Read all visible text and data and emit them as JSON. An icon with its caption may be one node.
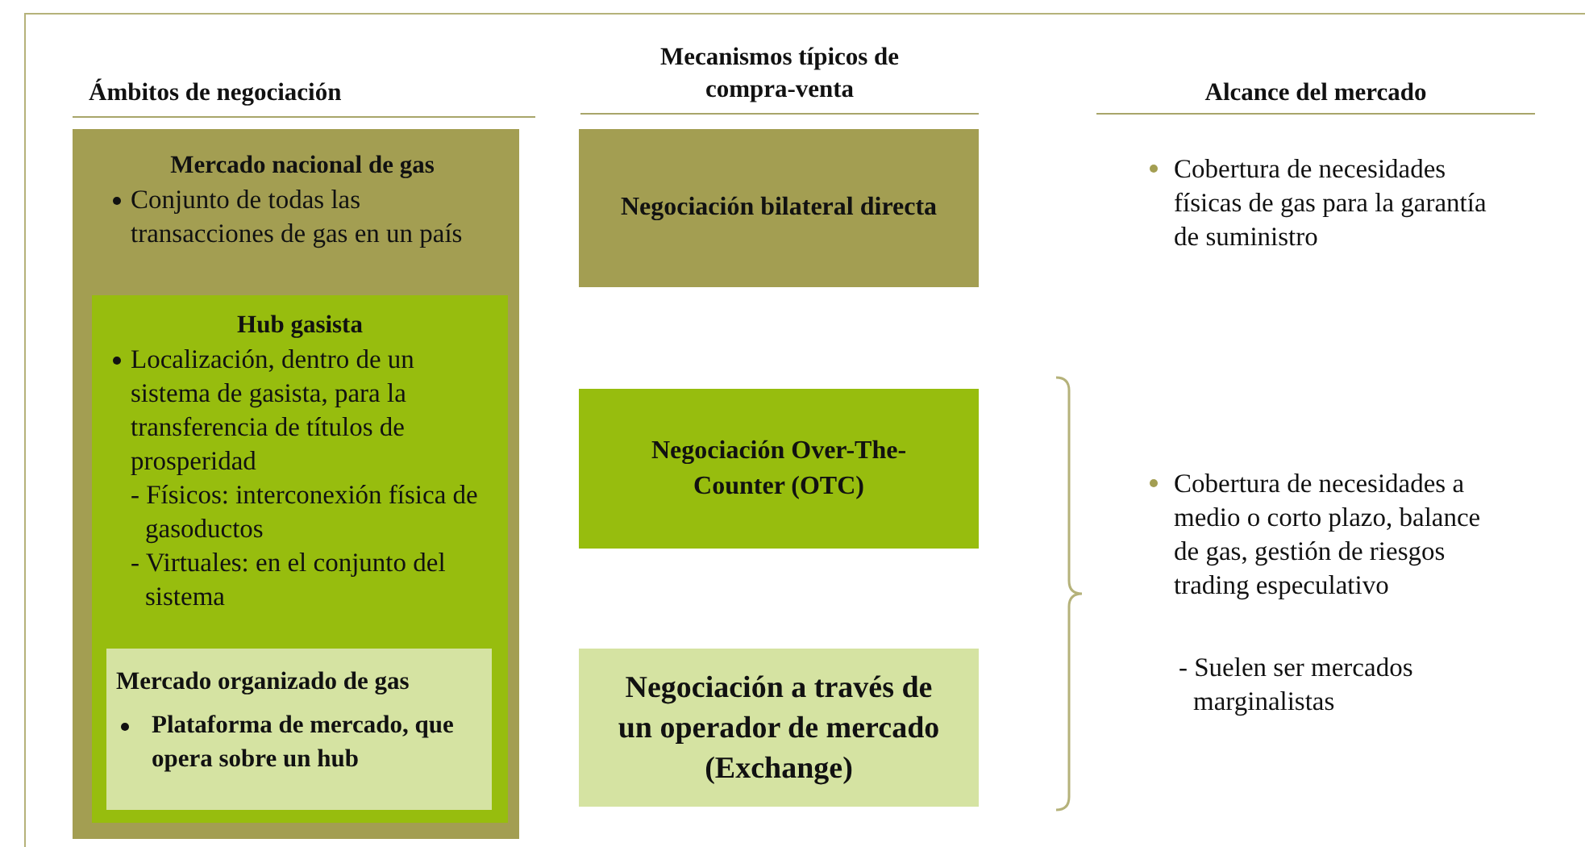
{
  "diagram": {
    "nodes": [
      {
        "text": [
          "Mercado nacional de gas",
          "Conjunto de todas las transacciones de gas en un país"
        ]
      },
      {
        "text": [
          "Hub gasista",
          "Localización, dentro de un sistema de gasista, para la transferencia de títulos de prosperidad",
          "- Físicos: interconexión física de gasoductos",
          "- Virtuales: en el conjunto del sistema"
        ],
        "in": 0
      },
      {
        "text": [
          "Mercado organizado de gas",
          "Plataforma de mercado, que opera sobre un hub"
        ],
        "in": 1
      },
      {
        "text": [
          "Negociación bilateral directa"
        ]
      },
      {
        "text": [
          "Negociación Over-The-Counter (OTC)"
        ]
      },
      {
        "text": [
          "Negociación a través de un operador de mercado (Exchange)"
        ]
      }
    ],
    "labels": [
      "Ámbitos de negociación",
      "Mecanismos típicos de compra-venta",
      "Alcance del mercado",
      "Cobertura de necesidades físicas de gas para la garantía de suministro",
      "Cobertura de necesidades a medio o corto plazo, balance de gas, gestión de riesgos trading especulativo",
      "- Suelen ser mercados marginalistas"
    ]
  }
}
